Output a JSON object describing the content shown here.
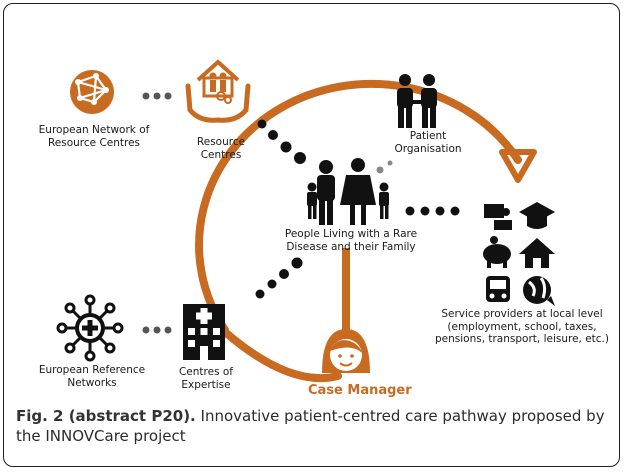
{
  "colors": {
    "accent": "#c86b21",
    "dots": "#111111",
    "icon": "#111111"
  },
  "nodes": {
    "european_network": "European Network of\nResource Centres",
    "resource_centres": "Resource\nCentres",
    "patient_org": "Patient\nOrganisation",
    "people": "People Living with a Rare\nDisease and their Family",
    "service_providers": "Service providers at local level\n(employment, school, taxes,\npensions, transport, leisure, etc.)",
    "european_reference": "European Reference\nNetworks",
    "centres_expertise": "Centres of\nExpertise",
    "case_manager": "Case Manager"
  },
  "caption": {
    "lead": "Fig. 2 (abstract P20).",
    "text": " Innovative patient-centred care pathway proposed by the INNOVCare project"
  }
}
